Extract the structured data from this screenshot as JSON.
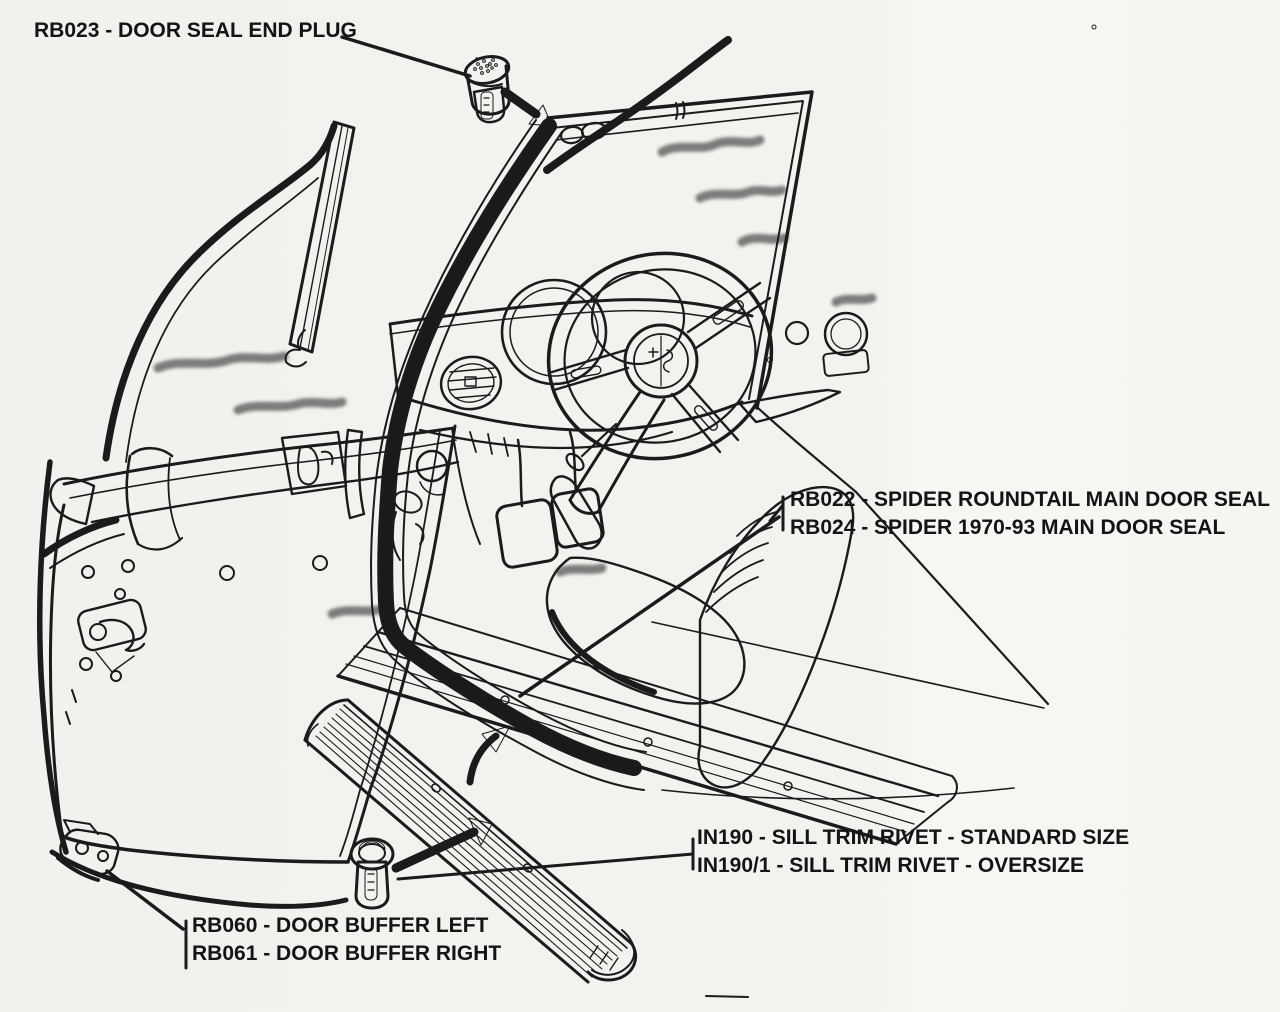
{
  "diagram": {
    "background_color": "#f4f2ee",
    "line_color": "#1b1b1b",
    "text_color": "#141414",
    "labels": {
      "door_seal_end_plug": {
        "line1": "RB023 - DOOR SEAL END PLUG"
      },
      "main_door_seal": {
        "line1": "RB022 - SPIDER ROUNDTAIL MAIN DOOR SEAL",
        "line2": "RB024 - SPIDER 1970-93 MAIN DOOR SEAL"
      },
      "sill_trim_rivet": {
        "line1": "IN190 - SILL TRIM RIVET - STANDARD SIZE",
        "line2": "IN190/1 - SILL TRIM RIVET - OVERSIZE"
      },
      "door_buffer": {
        "line1": "RB060 - DOOR BUFFER LEFT",
        "line2": "RB061 - DOOR BUFFER RIGHT"
      }
    }
  }
}
